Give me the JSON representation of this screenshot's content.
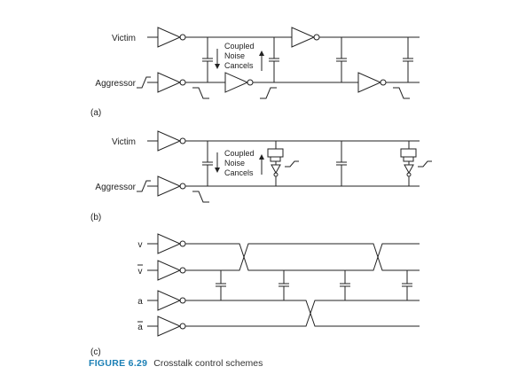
{
  "figure": {
    "label": "FIGURE 6.29",
    "title": "Crosstalk control schemes"
  },
  "panel_a": {
    "tag": "(a)",
    "victim_label": "Victim",
    "aggressor_label": "Aggressor",
    "note_lines": [
      "Coupled",
      "Noise",
      "Cancels"
    ]
  },
  "panel_b": {
    "tag": "(b)",
    "victim_label": "Victim",
    "aggressor_label": "Aggressor",
    "note_lines": [
      "Coupled",
      "Noise",
      "Cancels"
    ]
  },
  "panel_c": {
    "tag": "(c)",
    "signals": [
      "v",
      "v",
      "a",
      "a"
    ],
    "overbar": [
      false,
      true,
      false,
      true
    ]
  }
}
